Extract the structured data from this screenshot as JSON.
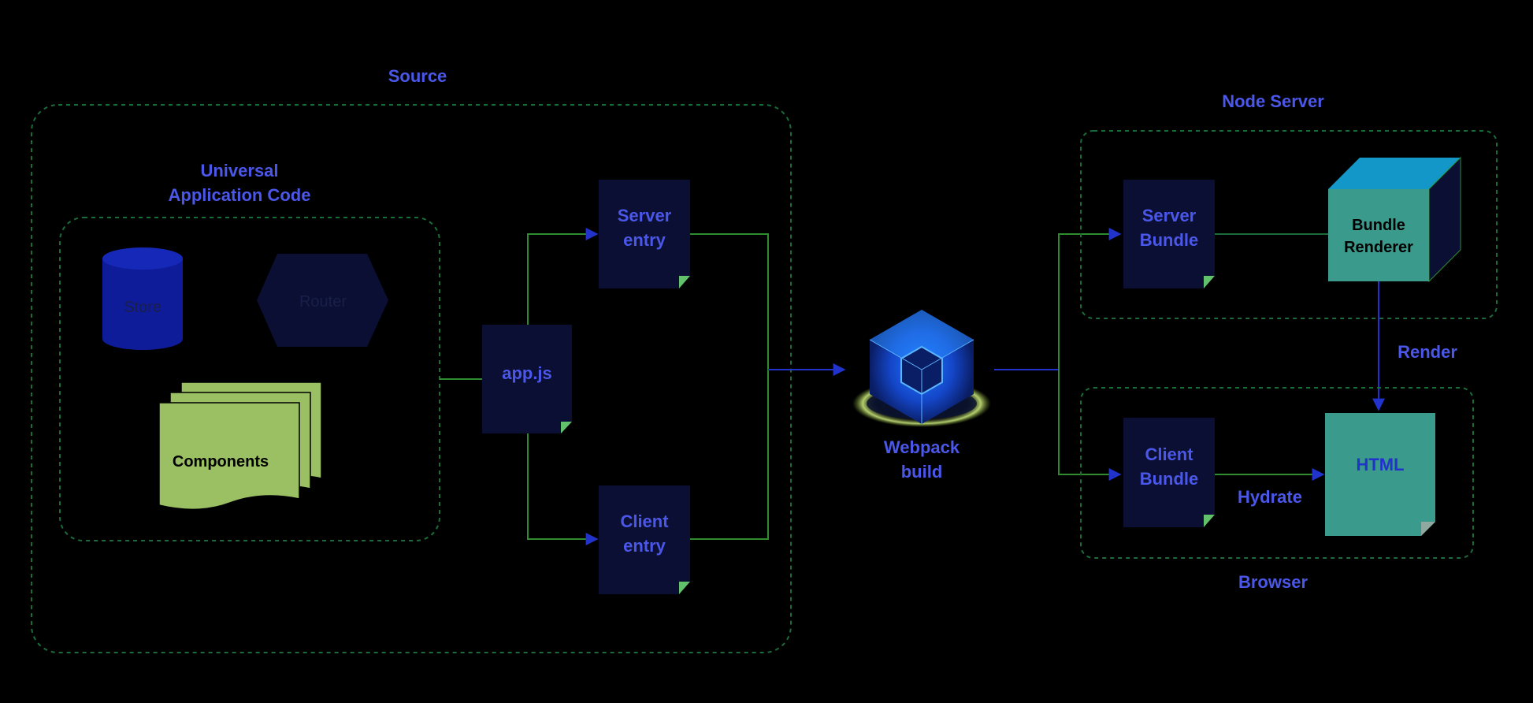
{
  "labels": {
    "source": "Source",
    "universal_line1": "Universal",
    "universal_line2": "Application Code",
    "store": "Store",
    "router": "Router",
    "components": "Components",
    "appjs": "app.js",
    "server_entry_line1": "Server",
    "server_entry_line2": "entry",
    "client_entry_line1": "Client",
    "client_entry_line2": "entry",
    "webpack_line1": "Webpack",
    "webpack_line2": "build",
    "node_server": "Node Server",
    "server_bundle_line1": "Server",
    "server_bundle_line2": "Bundle",
    "bundle_renderer_line1": "Bundle",
    "bundle_renderer_line2": "Renderer",
    "render": "Render",
    "client_bundle_line1": "Client",
    "client_bundle_line2": "Bundle",
    "hydrate": "Hydrate",
    "html": "HTML",
    "browser": "Browser"
  },
  "colors": {
    "background": "#000000",
    "label_blue": "#4B57E8",
    "dark_label": "#1A1F4A",
    "doc_fill": "#0A0F33",
    "green_line": "#2E8B2E",
    "blue_line": "#2233CC",
    "dashed_border": "#1C6B3A",
    "store_fill": "#0F1C9A",
    "router_fill": "#0A0F33",
    "components_fill": "#9BC063",
    "renderer_front": "#3A9A8C",
    "renderer_top": "#1396C8",
    "renderer_side": "#0A0F33",
    "html_fill": "#3A9A8C",
    "fold_green": "#62C26B"
  }
}
